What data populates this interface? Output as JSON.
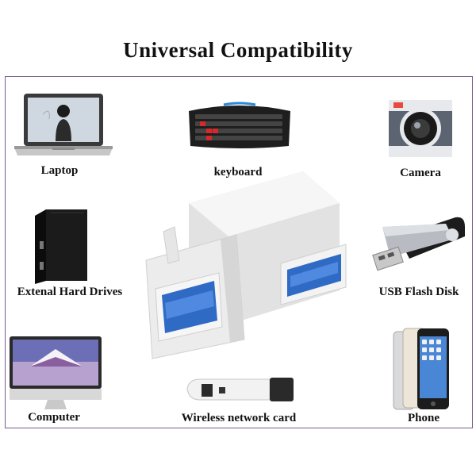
{
  "title": "Universal Compatibility",
  "devices": [
    {
      "label": "Laptop",
      "icon": "laptop-icon"
    },
    {
      "label": "keyboard",
      "icon": "keyboard-icon"
    },
    {
      "label": "Camera",
      "icon": "camera-icon"
    },
    {
      "label": "Extenal Hard Drives",
      "icon": "hard-drive-icon"
    },
    {
      "label": "USB Flash Disk",
      "icon": "usb-flash-disk-icon"
    },
    {
      "label": "Computer",
      "icon": "computer-icon"
    },
    {
      "label": "Wireless network card",
      "icon": "wireless-network-card-icon"
    },
    {
      "label": "Phone",
      "icon": "phone-icon"
    }
  ],
  "product": {
    "icon": "usb-keystone-coupler-icon"
  },
  "colors": {
    "frame": "#7b5a92",
    "usb_blue": "#2f6bc4",
    "product_white": "#efefef"
  }
}
